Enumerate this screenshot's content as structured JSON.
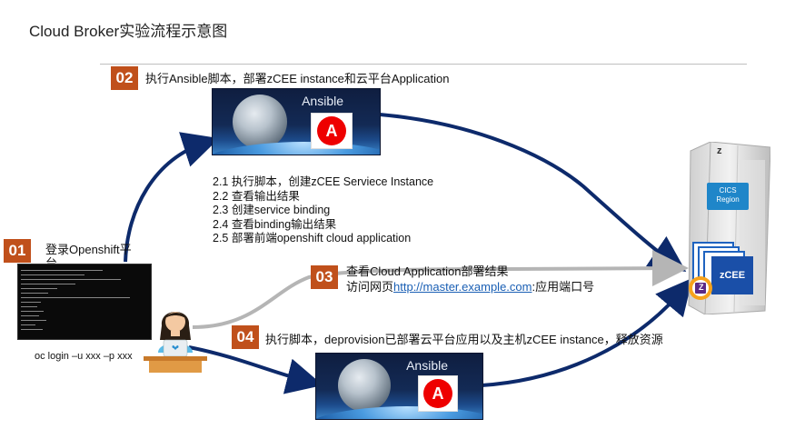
{
  "title": "Cloud Broker实验流程示意图",
  "steps": [
    {
      "num": "02",
      "text": "执行Ansible脚本，部署zCEE instance和云平台Application"
    },
    {
      "num": "01",
      "text": "登录Openshift平台"
    },
    {
      "num": "03",
      "text_line1": "查看Cloud Application部署结果",
      "text_line2_prefix": "访问网页",
      "link": "http://master.example.com",
      "text_line2_suffix": ":应用端口号"
    },
    {
      "num": "04",
      "text": "执行脚本，deprovision已部署云平台应用以及主机zCEE instance，释放资源"
    }
  ],
  "substeps": [
    "2.1 执行脚本，创建zCEE Serviece Instance",
    "2.2 查看输出结果",
    "2.3 创建service binding",
    "2.4 查看binding输出结果",
    "2.5 部署前端openshift cloud application"
  ],
  "ansible_label": "Ansible",
  "ansible_logo_letter": "A",
  "login_command": "oc login –u xxx –p xxx",
  "mainframe": {
    "top_letter": "z",
    "cics_label": "CICS Region",
    "zcee_label": "zCEE",
    "badge_letter": "Z"
  },
  "icons": {
    "person": "user-at-laptop-icon",
    "mainframe": "mainframe-server-icon",
    "ansible": "ansible-logo"
  },
  "colors": {
    "step_badge": "#c0501b",
    "arrow_dark": "#0d2a6b",
    "arrow_light": "#b5b5b5",
    "link": "#1a5fb4",
    "ansible_red": "#ee0000"
  }
}
